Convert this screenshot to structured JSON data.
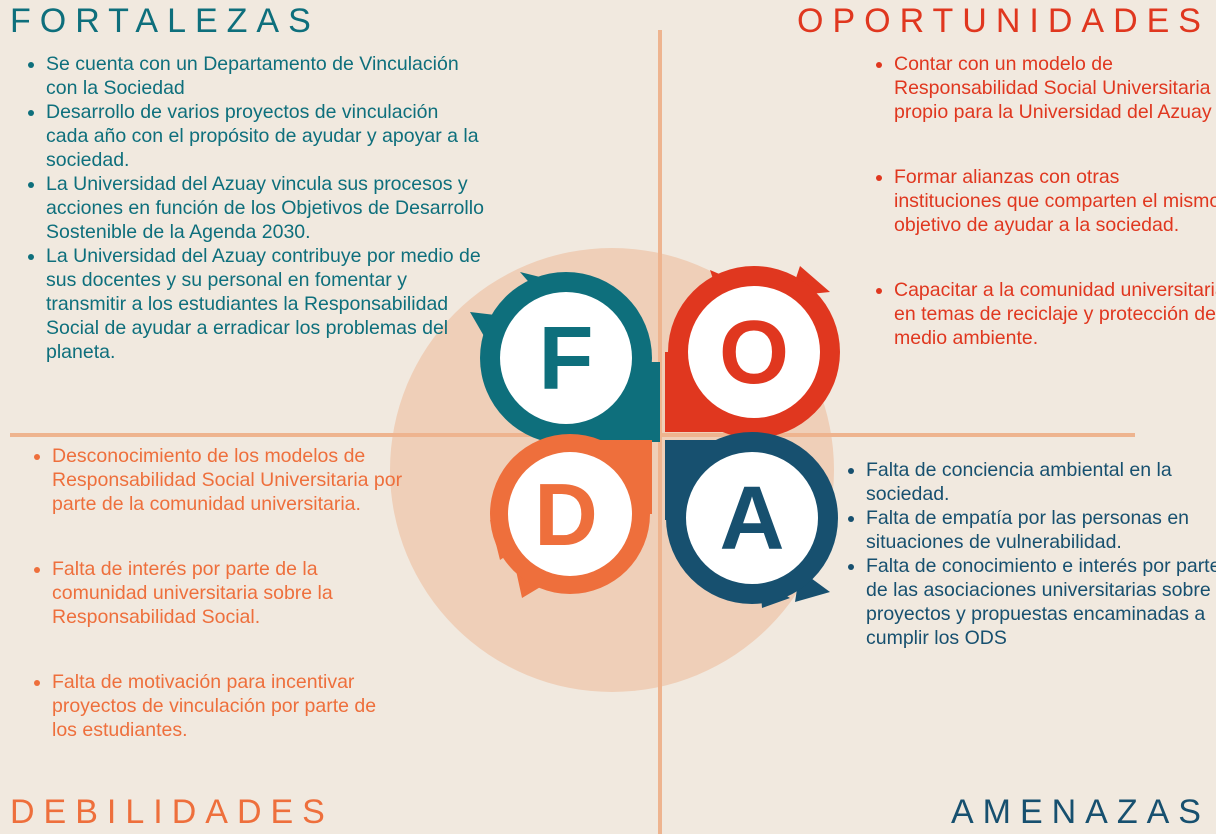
{
  "titles": {
    "fortalezas": "FORTALEZAS",
    "oportunidades": "OPORTUNIDADES",
    "debilidades": "DEBILIDADES",
    "amenazas": "AMENAZAS"
  },
  "letters": {
    "f": "F",
    "o": "O",
    "d": "D",
    "a": "A"
  },
  "colors": {
    "background": "#f1e9df",
    "circle": "#efcfb8",
    "axis": "#eeb48f",
    "fortalezas": "#0e6f7c",
    "oportunidades": "#e0371f",
    "debilidades": "#ee6f3c",
    "amenazas": "#17506f"
  },
  "fortalezas": [
    "Se cuenta con un Departamento de Vinculación con la Sociedad",
    "Desarrollo de varios proyectos de vinculación cada año con el propósito de ayudar y apoyar a la sociedad.",
    "La Universidad del Azuay vincula sus procesos y acciones en función de los Objetivos de Desarrollo Sostenible de la Agenda 2030.",
    "La Universidad del Azuay contribuye por medio de sus docentes y su personal en fomentar y transmitir a los estudiantes la Responsabilidad Social de ayudar a erradicar los problemas del planeta."
  ],
  "oportunidades": [
    "Contar con un modelo de Responsabilidad Social Universitaria propio para la Universidad del Azuay",
    "Formar alianzas con otras instituciones que comparten el mismo objetivo de ayudar a la sociedad.",
    "Capacitar a la comunidad universitaria en temas de reciclaje y protección del medio ambiente."
  ],
  "debilidades": [
    "Desconocimiento de los modelos de Responsabilidad Social Universitaria por parte de la comunidad universitaria.",
    "Falta de interés por parte de la comunidad universitaria sobre la Responsabilidad Social.",
    "Falta de motivación para incentivar proyectos de vinculación por parte de los estudiantes."
  ],
  "amenazas": [
    "Falta de conciencia ambiental en la sociedad.",
    "Falta de empatía por las personas en situaciones de vulnerabilidad.",
    "Falta de conocimiento  e interés por parte de las asociaciones universitarias  sobre proyectos y propuestas encaminadas  a cumplir los ODS"
  ]
}
